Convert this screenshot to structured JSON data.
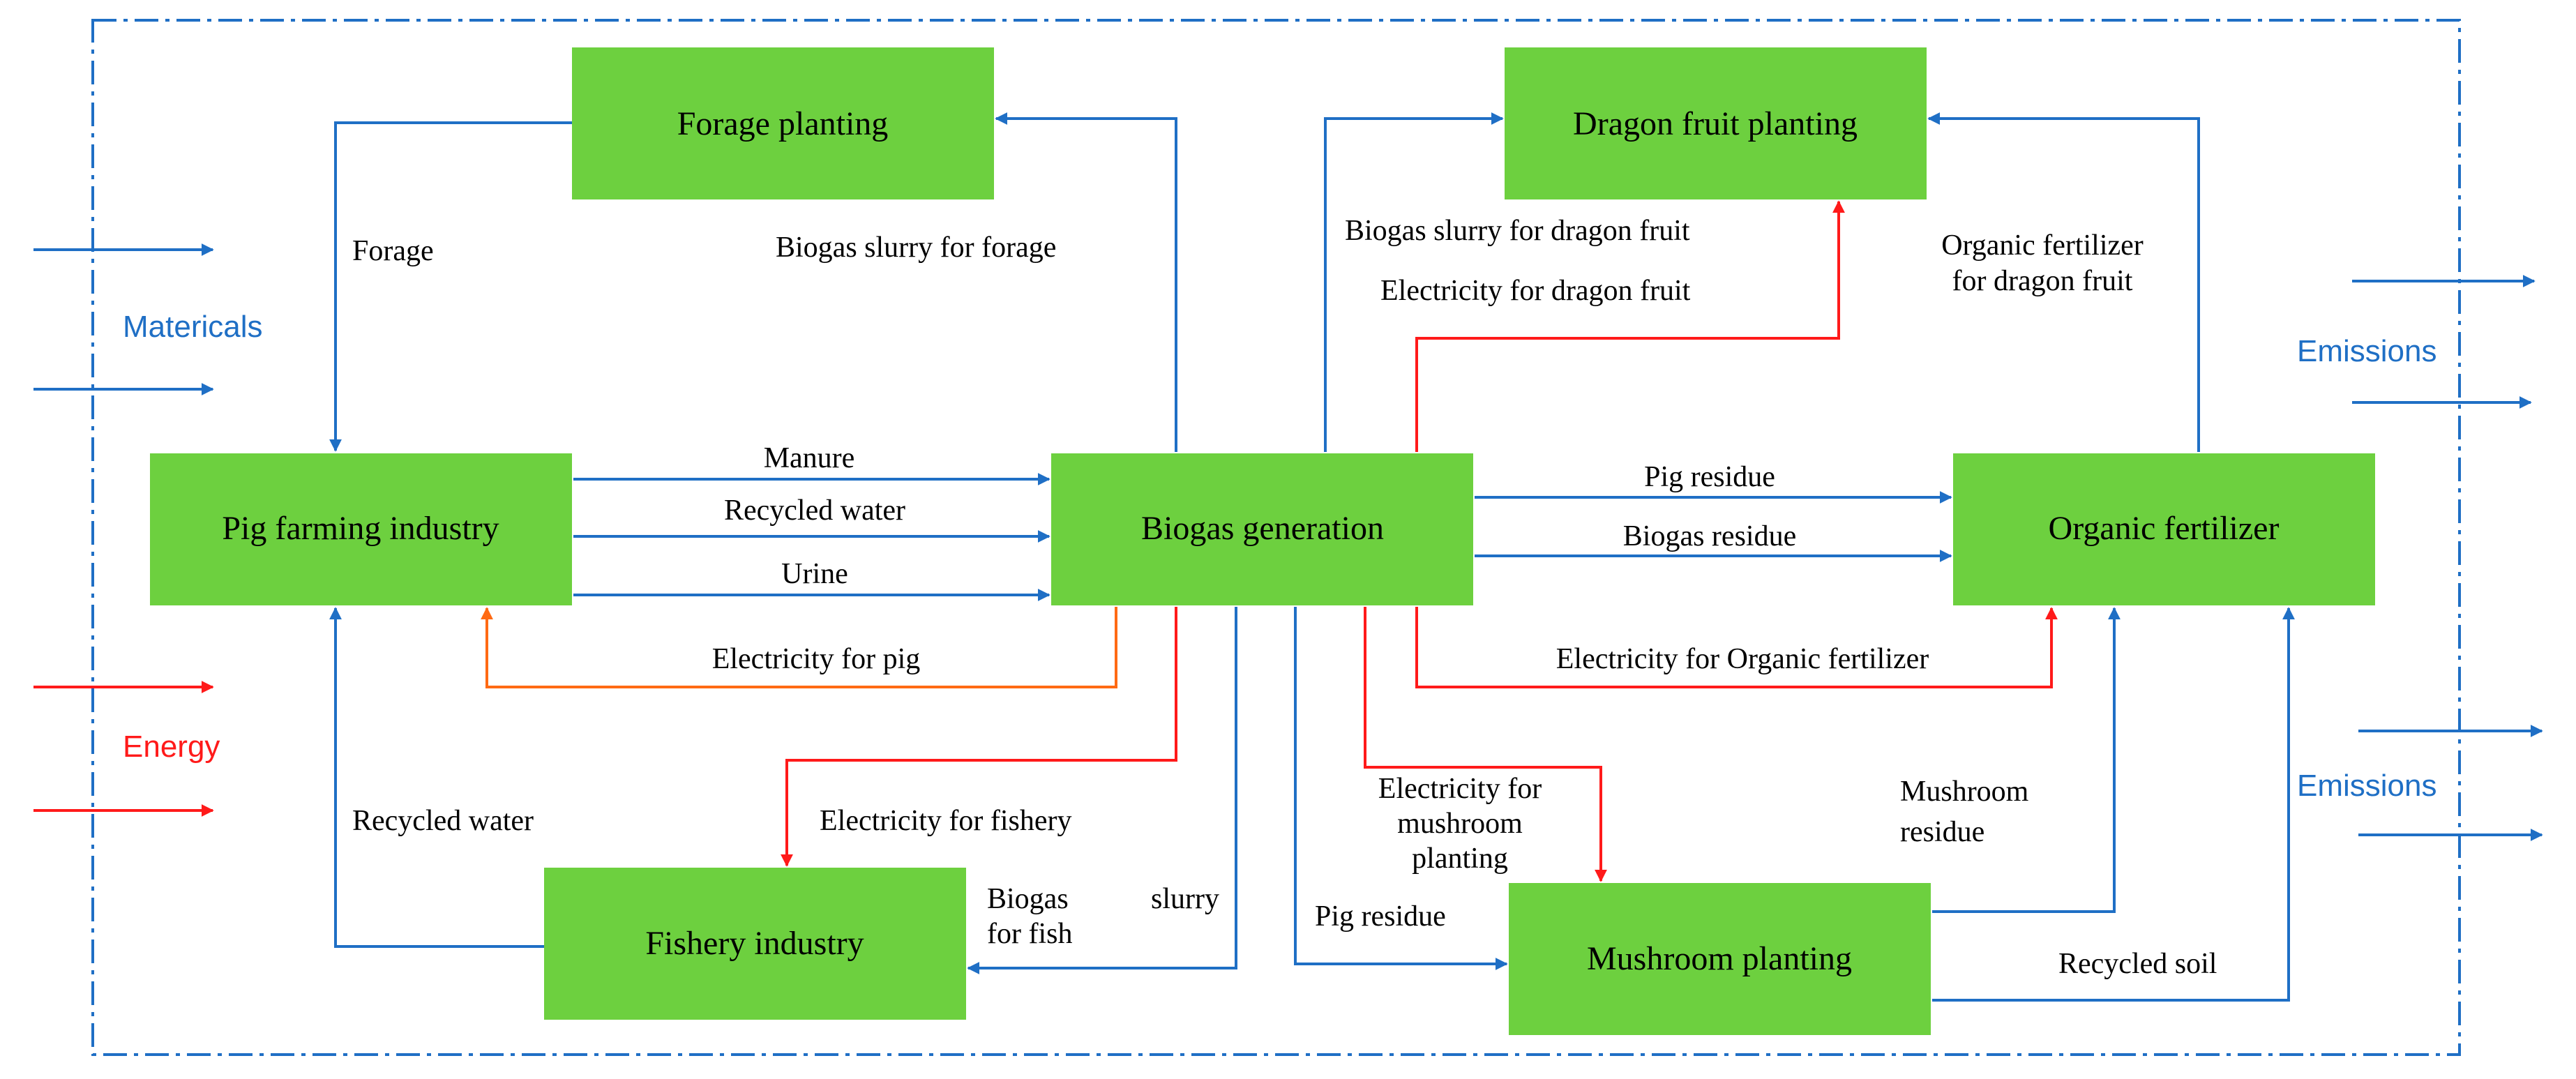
{
  "colors": {
    "node_fill": "#6dd03f",
    "flow_blue": "#1f6fc5",
    "flow_red": "#ff1a1a",
    "flow_orange": "#ff6a13",
    "border": "#1f6fc5",
    "materials_text": "#1f6fc5",
    "energy_text": "#ff1a1a",
    "emissions_text": "#1f6fc5"
  },
  "nodes": {
    "forage": "Forage planting",
    "dragon": "Dragon fruit planting",
    "pig": "Pig farming industry",
    "biogas": "Biogas generation",
    "organic": "Organic fertilizer",
    "fishery": "Fishery industry",
    "mushroom": "Mushroom planting"
  },
  "edges": {
    "forage": "Forage",
    "slurry_forage": "Biogas slurry for forage",
    "slurry_dragon": "Biogas slurry for dragon fruit",
    "elec_dragon": "Electricity for dragon fruit",
    "org_dragon_1": "Organic fertilizer",
    "org_dragon_2": "for dragon fruit",
    "manure": "Manure",
    "recycled_water_top": "Recycled water",
    "urine": "Urine",
    "pig_residue_top": "Pig residue",
    "biogas_residue": "Biogas residue",
    "elec_pig": "Electricity for pig",
    "elec_organic": "Electricity for Organic fertilizer",
    "recycled_water_left": "Recycled water",
    "elec_fishery": "Electricity for fishery",
    "slurry_fish_1": "Biogas",
    "slurry_fish_1b": "slurry",
    "slurry_fish_2": "for fish",
    "elec_mush_1": "Electricity for",
    "elec_mush_2": "mushroom",
    "elec_mush_3": "planting",
    "pig_residue_bottom": "Pig residue",
    "mush_residue_1": "Mushroom",
    "mush_residue_2": "residue",
    "recycled_soil": "Recycled soil"
  },
  "side": {
    "materials": "Matericals",
    "energy": "Energy",
    "emissions_top": "Emissions",
    "emissions_bottom": "Emissions"
  }
}
